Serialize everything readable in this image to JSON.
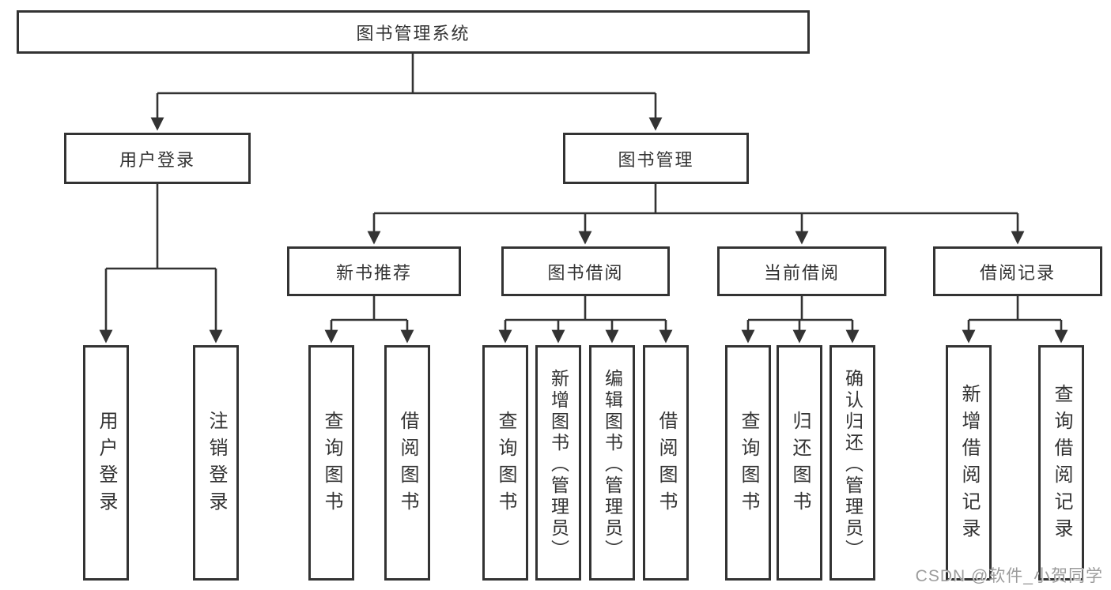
{
  "tree": {
    "root": {
      "label": "图书管理系统"
    },
    "branches": [
      {
        "label": "用户登录",
        "children": [
          {
            "label": "用户登录"
          },
          {
            "label": "注销登录"
          }
        ]
      },
      {
        "label": "图书管理",
        "groups": [
          {
            "label": "新书推荐",
            "children": [
              {
                "label": "查询图书"
              },
              {
                "label": "借阅图书"
              }
            ]
          },
          {
            "label": "图书借阅",
            "children": [
              {
                "label": "查询图书"
              },
              {
                "label": "新增图书（管理员）"
              },
              {
                "label": "编辑图书（管理员）"
              },
              {
                "label": "借阅图书"
              }
            ]
          },
          {
            "label": "当前借阅",
            "children": [
              {
                "label": "查询图书"
              },
              {
                "label": "归还图书"
              },
              {
                "label": "确认归还（管理员）"
              }
            ]
          },
          {
            "label": "借阅记录",
            "children": [
              {
                "label": "新增借阅记录"
              },
              {
                "label": "查询借阅记录"
              }
            ]
          }
        ]
      }
    ]
  },
  "watermark": {
    "text": "CSDN @软件_小贺同学"
  },
  "colors": {
    "line": "#333333",
    "box_border": "#333333",
    "text": "#333333",
    "background": "#ffffff",
    "watermark": "#9c9c9c"
  }
}
